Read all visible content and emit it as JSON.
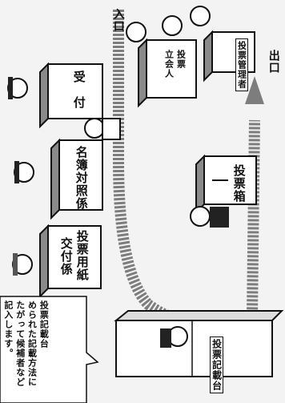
{
  "labels": {
    "entrance": "入口",
    "exit": "出口",
    "reception": "受　付",
    "register_check": "名簿対照係",
    "ballot_issue_line1": "投票用紙",
    "ballot_issue_line2": "交付係",
    "witness_line1": "投票",
    "witness_line2": "立会人",
    "manager_line1": "投票",
    "manager_line2": "管理者",
    "ballot_box": "投票箱",
    "writing_desk": "投票記載台"
  },
  "note": {
    "heading": "投票記載台",
    "line1": "められた記載方法に",
    "line2": "たがって候補者など",
    "line3": "記入します。"
  },
  "colors": {
    "path": "#7d7d7d",
    "box_fill": "#ffffff",
    "box_side": "#8a8a8a",
    "line": "#111111",
    "background": "#f3f3f3"
  },
  "icons": [
    "arrow-up-icon",
    "voter-figure-icon",
    "official-figure-icon"
  ]
}
